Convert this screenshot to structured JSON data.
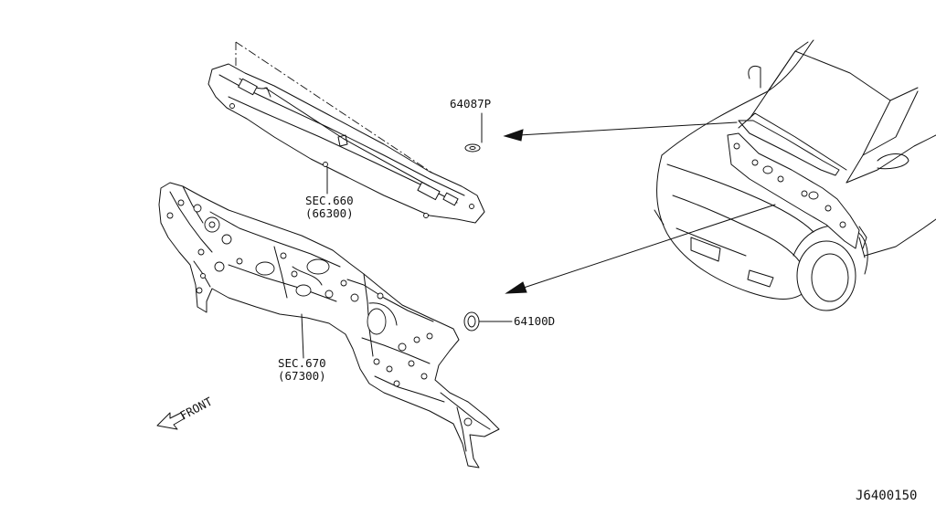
{
  "diagram_id": "J6400150",
  "labels": {
    "grommet_top": "64087P",
    "grommet_mid": "64100D",
    "cowl_ref_sec": "SEC.660",
    "cowl_ref_num": "(66300)",
    "dash_ref_sec": "SEC.670",
    "dash_ref_num": "(67300)",
    "front": "FRONT"
  }
}
